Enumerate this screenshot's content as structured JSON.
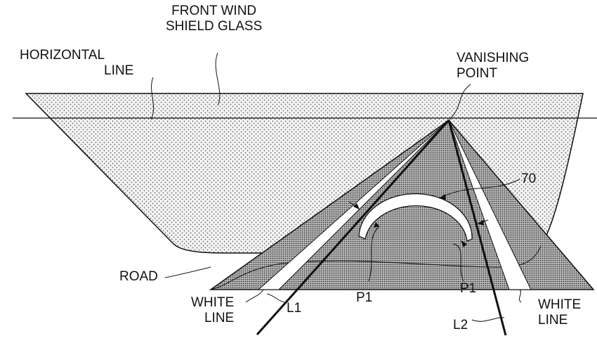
{
  "labels": {
    "windshield": [
      "FRONT WIND",
      "SHIELD GLASS"
    ],
    "horizontal_line": [
      "HORIZONTAL",
      "LINE"
    ],
    "vanishing_point": [
      "VANISHING",
      "POINT"
    ],
    "ref_70": "70",
    "road": "ROAD",
    "white_line_left": [
      "WHITE",
      "LINE"
    ],
    "white_line_right": [
      "WHITE",
      "LINE"
    ],
    "l1": "L1",
    "l2": "L2",
    "p1_left": "P1",
    "p1_right": "P1"
  },
  "colors": {
    "ink": "#111111",
    "dots": "#555555"
  }
}
